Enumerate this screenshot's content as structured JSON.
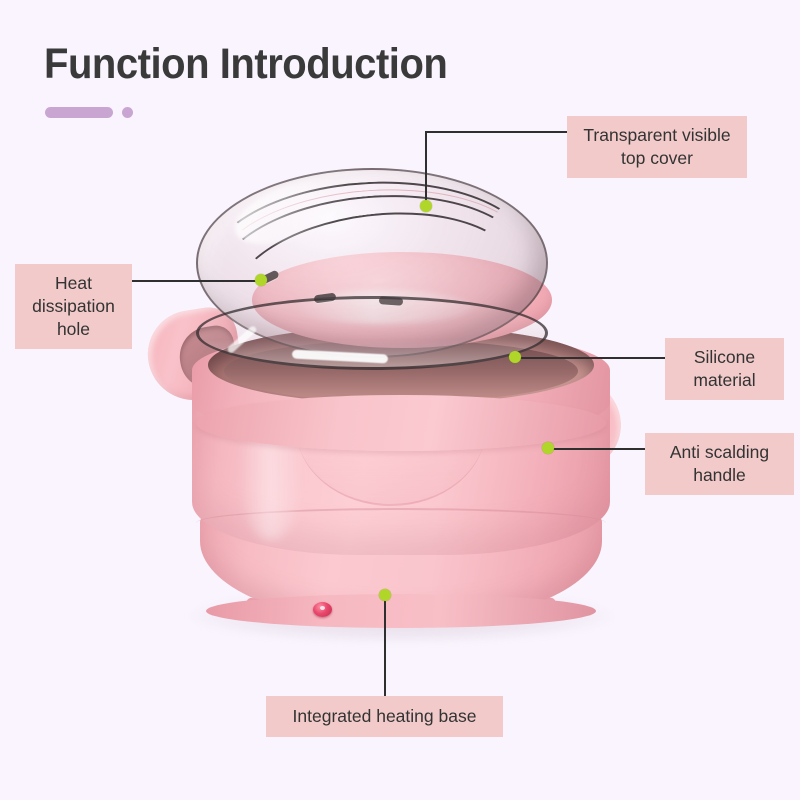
{
  "page": {
    "title": "Function Introduction",
    "background_color": "#f9f4fd",
    "accent_color": "#c9a6d2",
    "label_background_color": "#f2caca",
    "label_text_color": "#333333",
    "callout_dot_color": "#b0d62a",
    "product_color": "#fac5cd"
  },
  "callouts": [
    {
      "id": "top-cover",
      "label": "Transparent visible\ntop cover"
    },
    {
      "id": "heat-hole",
      "label": "Heat\ndissipation\nhole"
    },
    {
      "id": "silicone",
      "label": "Silicone\nmaterial"
    },
    {
      "id": "handle",
      "label": "Anti scalding\nhandle"
    },
    {
      "id": "heating-base",
      "label": "Integrated heating base"
    }
  ]
}
